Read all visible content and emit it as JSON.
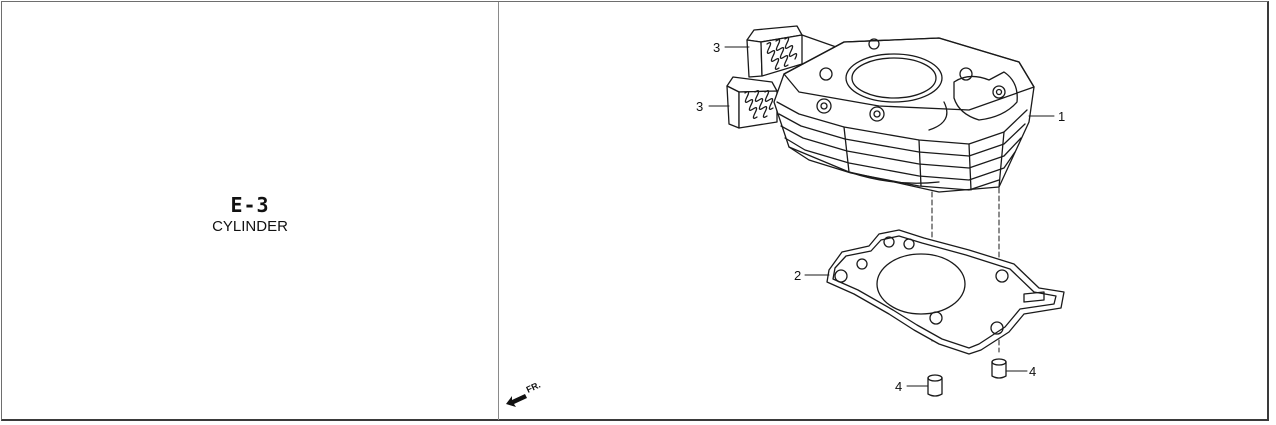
{
  "section": {
    "code": "E-3",
    "name": "CYLINDER"
  },
  "callouts": {
    "c1": "1",
    "c2": "2",
    "c3a": "3",
    "c3b": "3",
    "c4a": "4",
    "c4b": "4"
  },
  "orientation": {
    "label": "FR."
  }
}
